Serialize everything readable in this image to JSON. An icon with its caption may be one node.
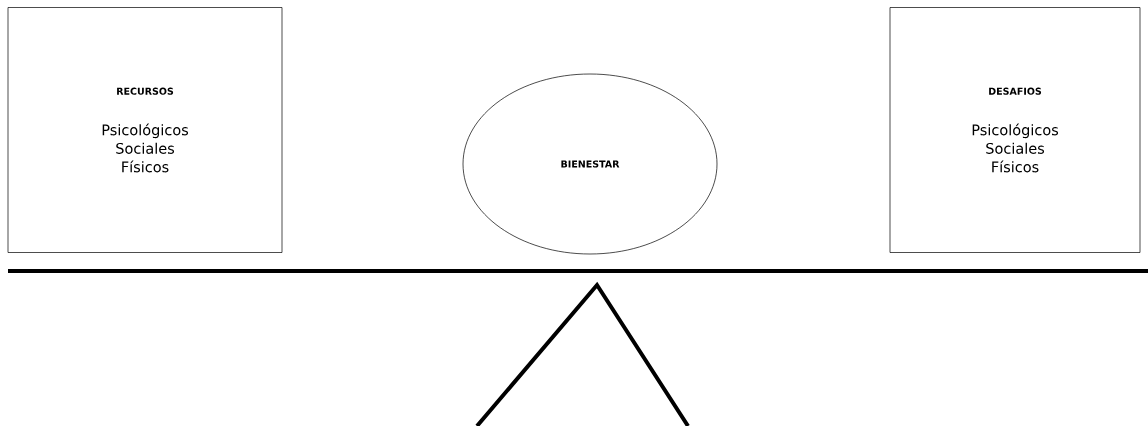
{
  "diagram": {
    "nodes": [
      {
        "text": [
          "RECURSOS",
          "Psicológicos Sociales Físicos"
        ]
      },
      {
        "text": [
          "BIENESTAR"
        ]
      },
      {
        "text": [
          "DESAFIOS",
          "Psicológicos Sociales Físicos"
        ]
      }
    ]
  }
}
